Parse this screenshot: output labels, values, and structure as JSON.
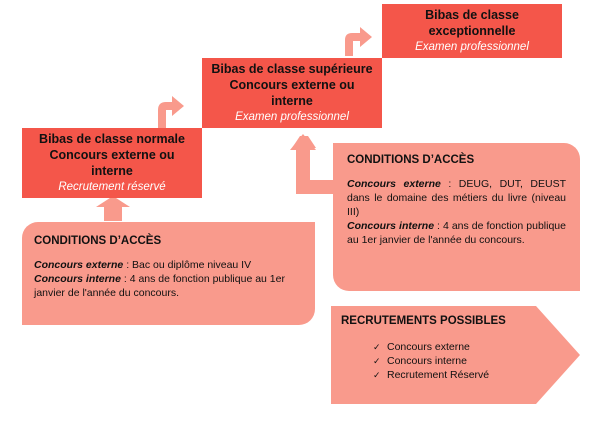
{
  "grades": {
    "top": {
      "title_lines": [
        "Bibas de classe",
        "exceptionnelle"
      ],
      "subtitle": "Examen professionnel"
    },
    "middle": {
      "title_lines": [
        "Bibas de classe supérieure",
        "Concours externe ou",
        "interne"
      ],
      "subtitle": "Examen professionnel"
    },
    "bottom": {
      "title_lines": [
        "Bibas de classe normale",
        "Concours externe ou",
        "interne"
      ],
      "subtitle": "Recrutement  réservé"
    }
  },
  "conditions_right": {
    "title": "CONDITIONS D’ACCÈS",
    "externe_label": "Concours externe",
    "externe_text": " : DEUG, DUT, DEUST dans le domaine des métiers du livre (niveau III)",
    "interne_label": "Concours interne",
    "interne_text": " : 4 ans de fonction publique au 1er janvier de l'année du concours."
  },
  "conditions_left": {
    "title": "CONDITIONS D’ACCÈS",
    "externe_label": "Concours externe",
    "externe_text": " : Bac ou diplôme niveau IV",
    "interne_label": "Concours interne",
    "interne_text": " : 4 ans de fonction publique au 1er janvier de l'année du concours."
  },
  "recrutements": {
    "title": "RECRUTEMENTS  POSSIBLES",
    "items": [
      "Concours externe",
      "Concours interne",
      "Recrutement Réservé"
    ],
    "check_glyph": "✓"
  },
  "colors": {
    "grade_fill": "#f4564a",
    "panel_fill": "#f99a8c",
    "arrow_fill": "#f99a8c"
  }
}
